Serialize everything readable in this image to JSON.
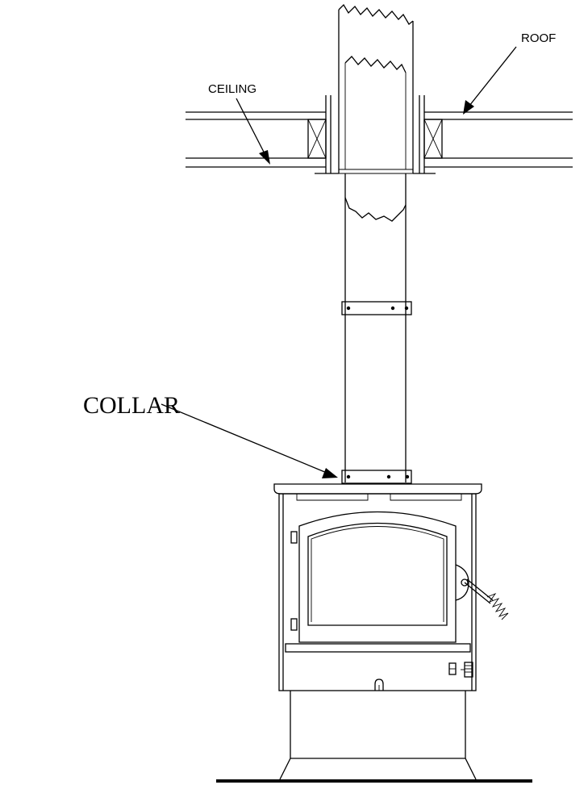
{
  "labels": {
    "roof": "ROOF",
    "ceiling": "CEILING",
    "collar": "COLLAR"
  },
  "colors": {
    "line": "#000000",
    "background": "#ffffff"
  }
}
